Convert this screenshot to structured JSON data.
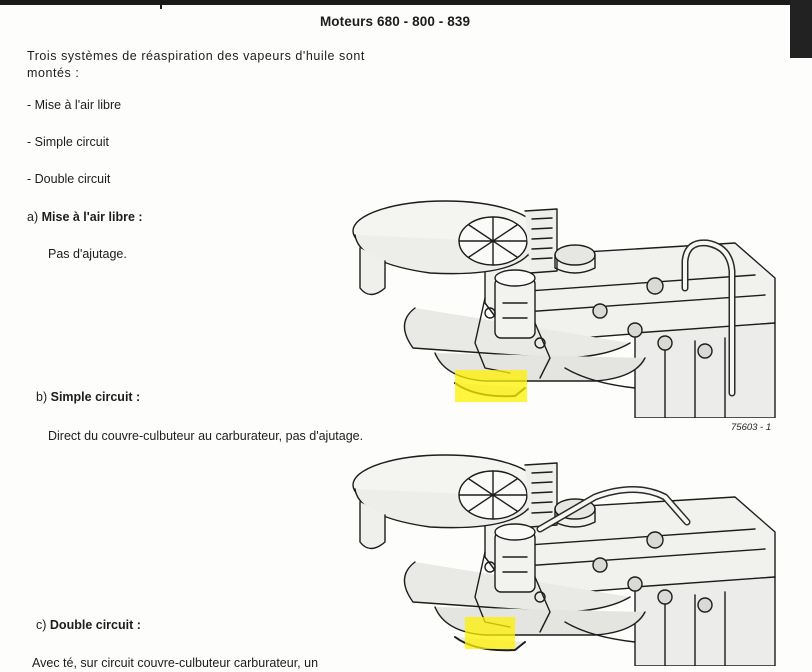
{
  "header": {
    "title": "Moteurs 680 - 800 - 839"
  },
  "intro": "Trois systèmes de réaspiration des vapeurs d'huile sont montés :",
  "systems": [
    "- Mise à l'air libre",
    "- Simple circuit",
    "- Double circuit"
  ],
  "sections": [
    {
      "marker": "a)",
      "title": "Mise à l'air libre :",
      "body": "Pas d'ajutage."
    },
    {
      "marker": "b)",
      "title": "Simple circuit :",
      "body": "Direct du couvre-culbuteur au carburateur, pas d'ajutage."
    },
    {
      "marker": "c)",
      "title": "Double circuit :",
      "body": "Avec té, sur circuit couvre-culbuteur carburateur, un"
    }
  ],
  "figure_ref": "75603 - 1",
  "colors": {
    "highlight": "#fff200",
    "ink": "#1d1d1d",
    "paper": "#fdfdfb"
  }
}
